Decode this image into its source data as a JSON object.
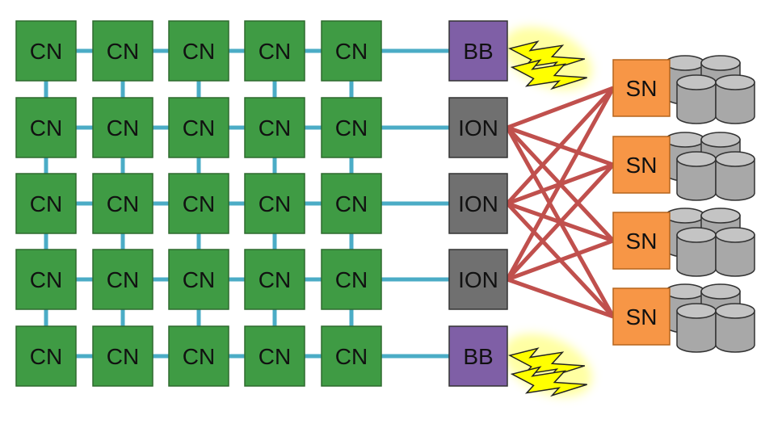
{
  "colors": {
    "cn_fill": "#3f9b44",
    "cn_stroke": "#2e6a2f",
    "bb_fill": "#7f5fa6",
    "ion_fill": "#707070",
    "sn_fill": "#f79646",
    "disk_fill": "#a8a8a8",
    "mesh_link": "#4bacc6",
    "storage_link": "#c0504d",
    "lightning": "#ffff00",
    "lightning_glow": "#ffff99"
  },
  "compute_grid": {
    "label": "CN",
    "rows": 5,
    "cols": 5
  },
  "gateways": [
    {
      "id": "bb-top",
      "label": "BB",
      "type": "burst-buffer"
    },
    {
      "id": "ion-1",
      "label": "ION",
      "type": "io-node"
    },
    {
      "id": "ion-2",
      "label": "ION",
      "type": "io-node"
    },
    {
      "id": "ion-3",
      "label": "ION",
      "type": "io-node"
    },
    {
      "id": "bb-bottom",
      "label": "BB",
      "type": "burst-buffer"
    }
  ],
  "storage_nodes": [
    {
      "id": "sn-1",
      "label": "SN"
    },
    {
      "id": "sn-2",
      "label": "SN"
    },
    {
      "id": "sn-3",
      "label": "SN"
    },
    {
      "id": "sn-4",
      "label": "SN"
    }
  ],
  "icons": {
    "lightning": "lightning-bolt-icon",
    "disks": "disk-stack-icon"
  }
}
